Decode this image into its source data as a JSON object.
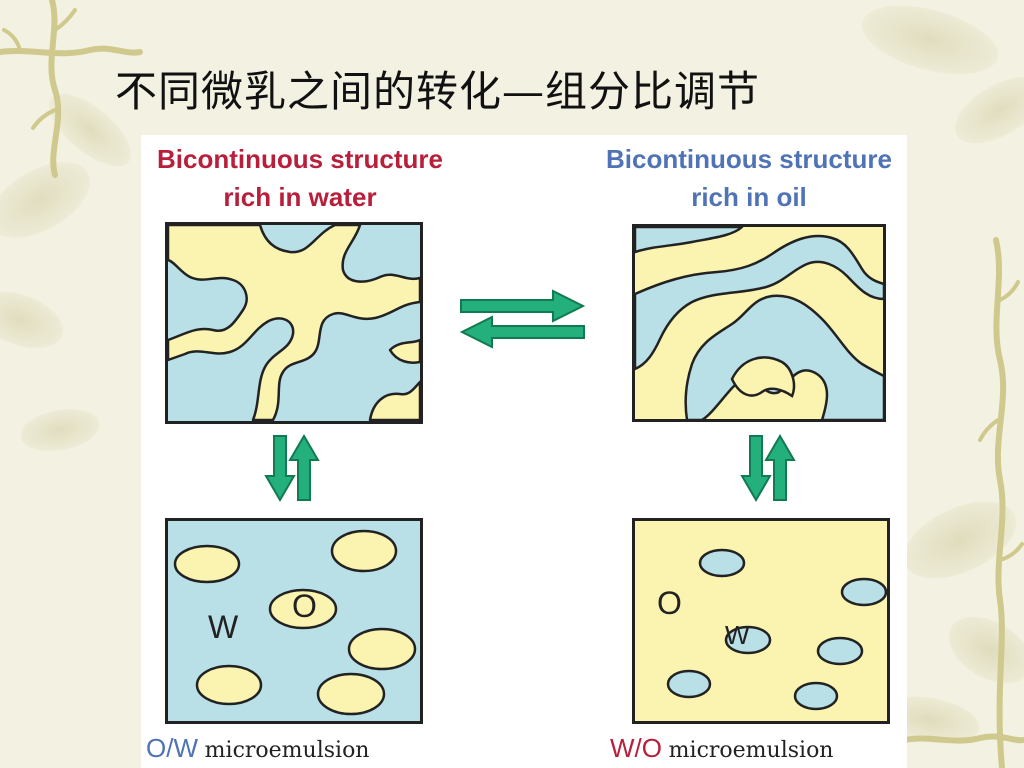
{
  "slide": {
    "title": "不同微乳之间的转化—组分比调节"
  },
  "panels": {
    "top_left": {
      "label_line1": "Bicontinuous structure",
      "label_line2": "rich in water"
    },
    "top_right": {
      "label_line1": "Bicontinuous structure",
      "label_line2": "rich in oil"
    },
    "bottom_left": {
      "phase_outer": "W",
      "phase_inner": "O",
      "caption_abbr": "O/W",
      "caption_word": "microemulsion"
    },
    "bottom_right": {
      "phase_outer": "O",
      "phase_inner": "W",
      "caption_abbr": "W/O",
      "caption_word": "microemulsion"
    }
  },
  "colors": {
    "water": "#b9dfe7",
    "oil": "#fbf3b0",
    "arrow": "#23b07d",
    "label_red": "#b81f3a",
    "label_blue": "#4f73b5",
    "background": "#f3f1e2",
    "vine": "#cfc98d"
  }
}
